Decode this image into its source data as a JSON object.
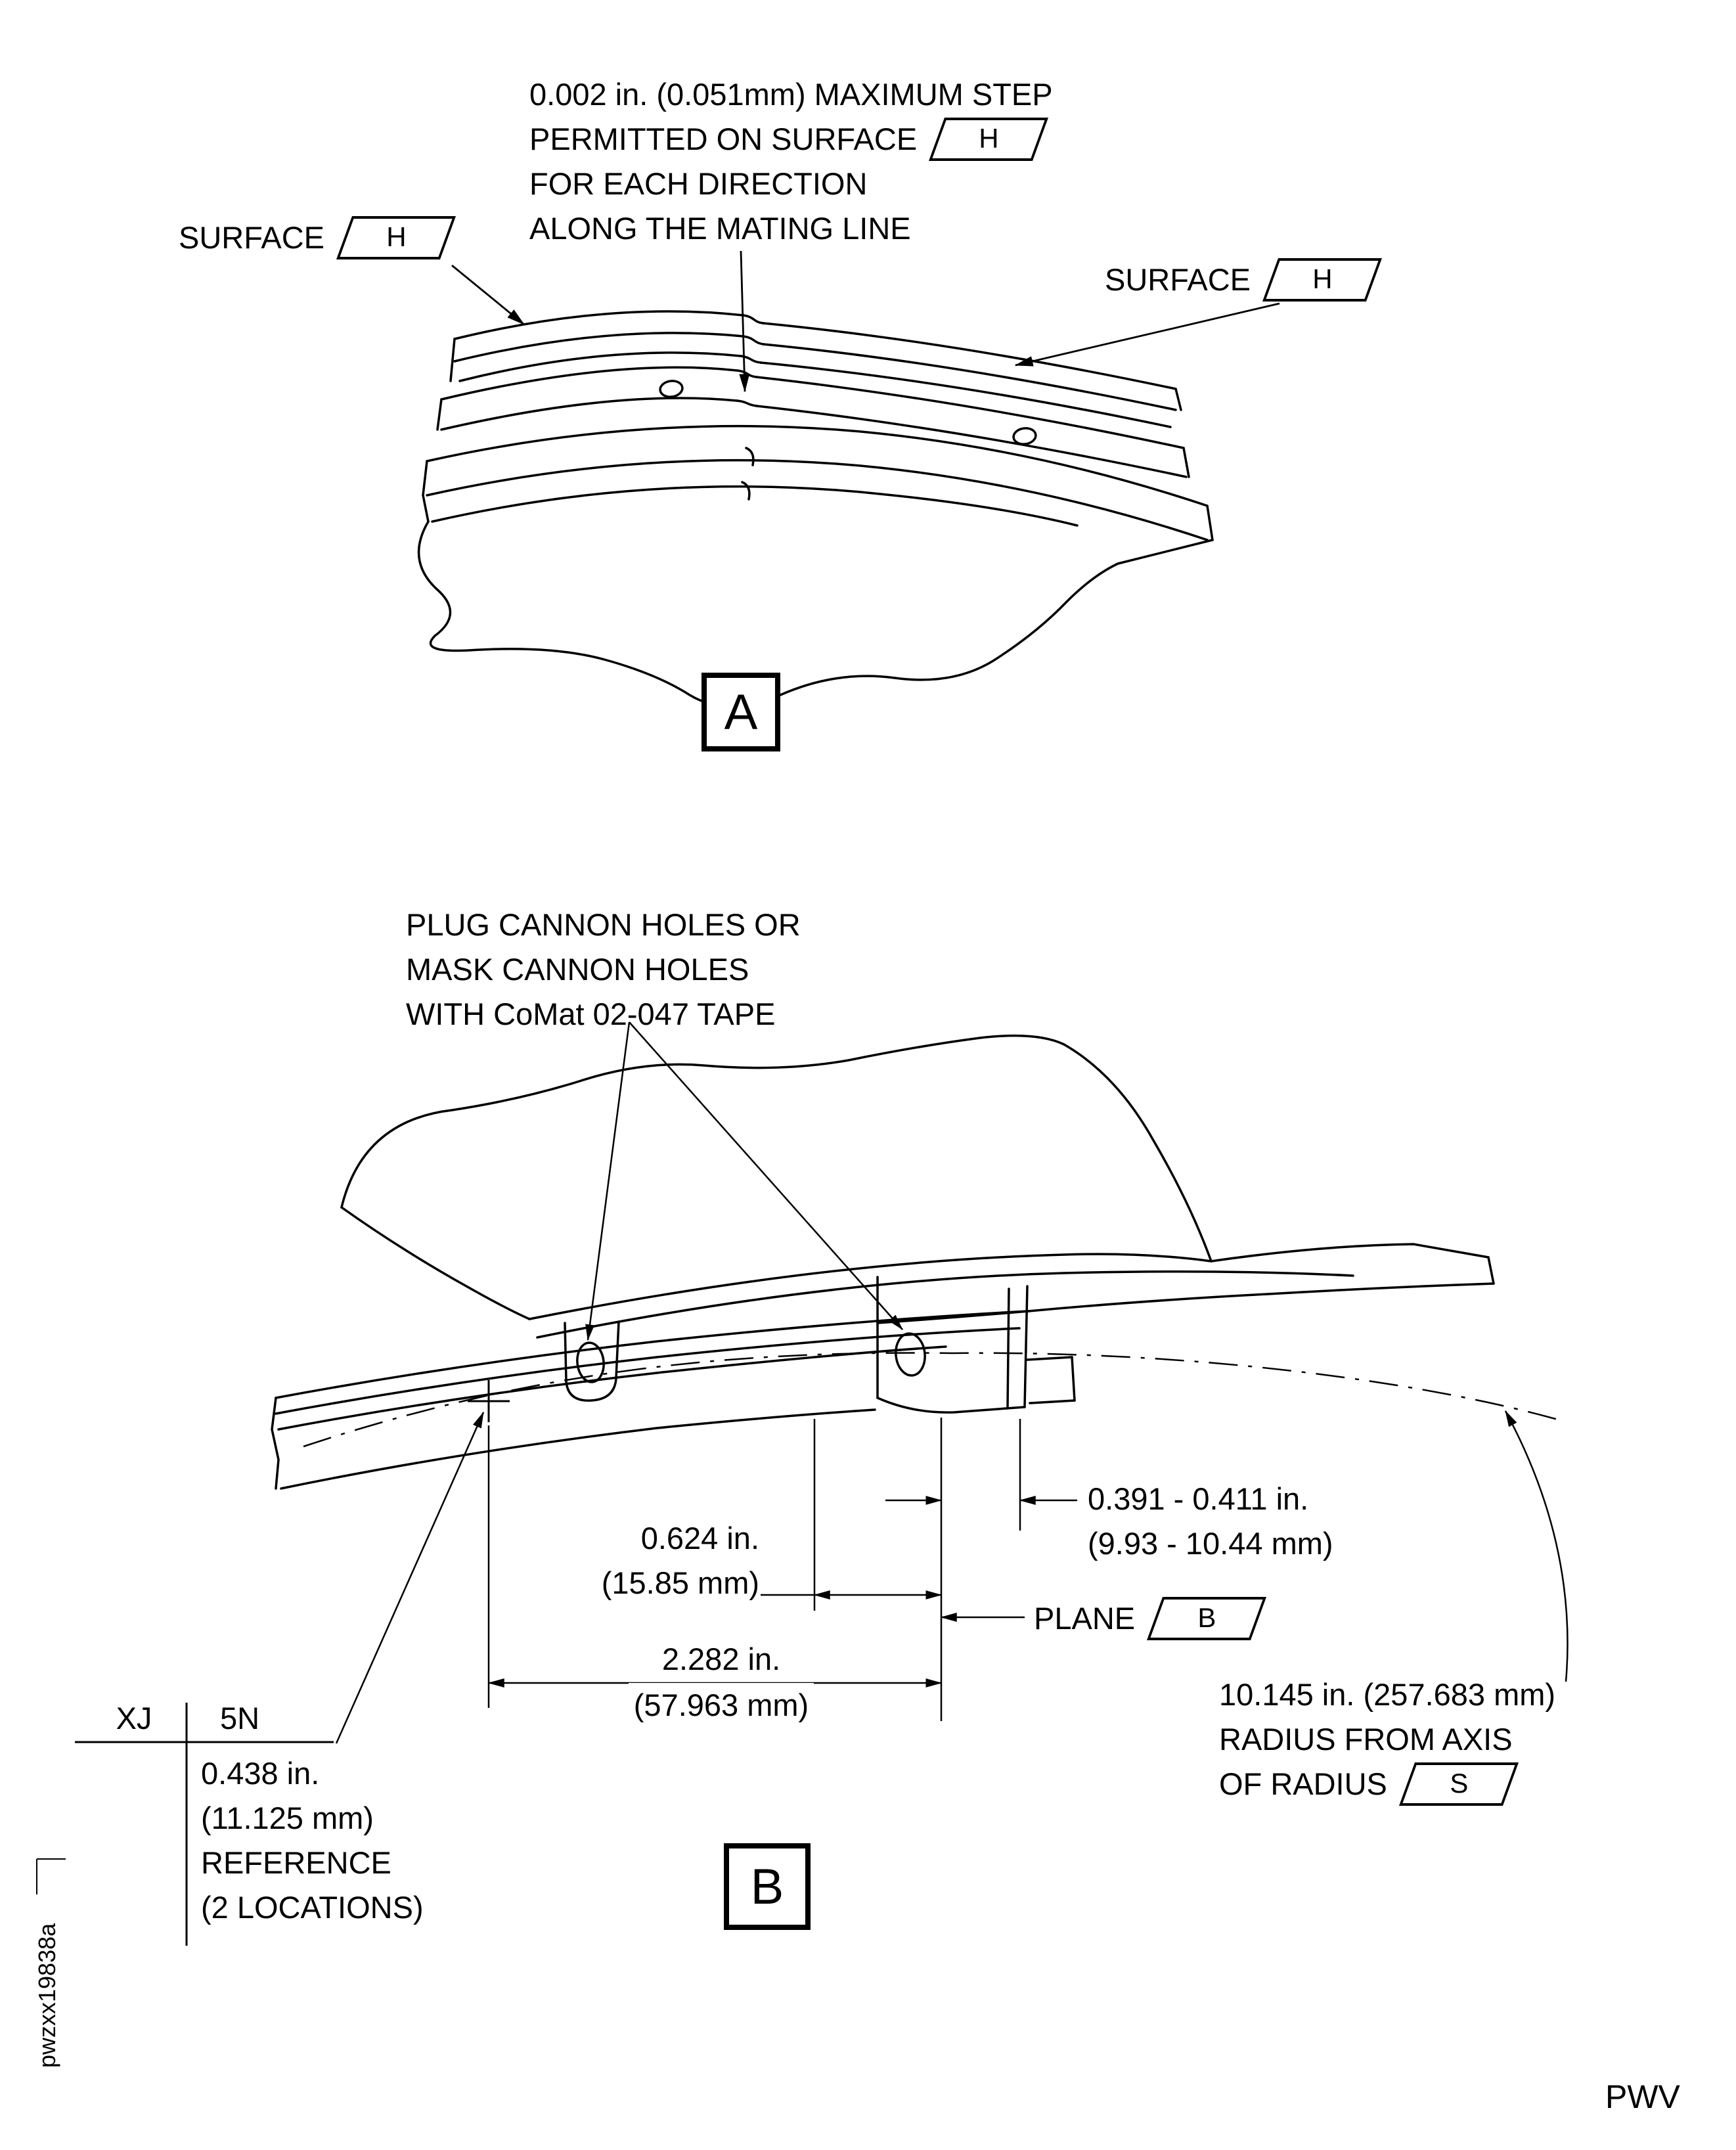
{
  "view_a": {
    "label": "A",
    "note": {
      "line1": "0.002 in. (0.051mm) MAXIMUM STEP",
      "line2_prefix": "PERMITTED ON SURFACE",
      "line2_flag": "H",
      "line3": "FOR EACH DIRECTION",
      "line4": "ALONG THE MATING LINE"
    },
    "surface_left": {
      "text": "SURFACE",
      "flag": "H"
    },
    "surface_right": {
      "text": "SURFACE",
      "flag": "H"
    }
  },
  "view_b": {
    "label": "B",
    "note": {
      "line1": "PLUG CANNON HOLES OR",
      "line2": "MASK CANNON HOLES",
      "line3": "WITH CoMat 02-047 TAPE"
    },
    "dim_width": {
      "line1": "0.391 - 0.411 in.",
      "line2": "(9.93 - 10.44 mm)"
    },
    "dim_spacing": {
      "line1": "0.624 in.",
      "line2": "(15.85 mm)"
    },
    "plane": {
      "text": "PLANE",
      "flag": "B"
    },
    "dim_span": {
      "line1": "2.282 in.",
      "line2": "(57.963 mm)"
    },
    "zone": {
      "col": "XJ",
      "row": "5N"
    },
    "dim_ref": {
      "line1": "0.438 in.",
      "line2": "(11.125 mm)",
      "line3": "REFERENCE",
      "line4": "(2 LOCATIONS)"
    },
    "radius": {
      "line1": "10.145 in. (257.683 mm)",
      "line2": "RADIUS FROM AXIS",
      "line3_prefix": "OF RADIUS",
      "flag": "S"
    }
  },
  "footer": {
    "drawing_number": "pwzxx19838a",
    "code": "PWV"
  }
}
